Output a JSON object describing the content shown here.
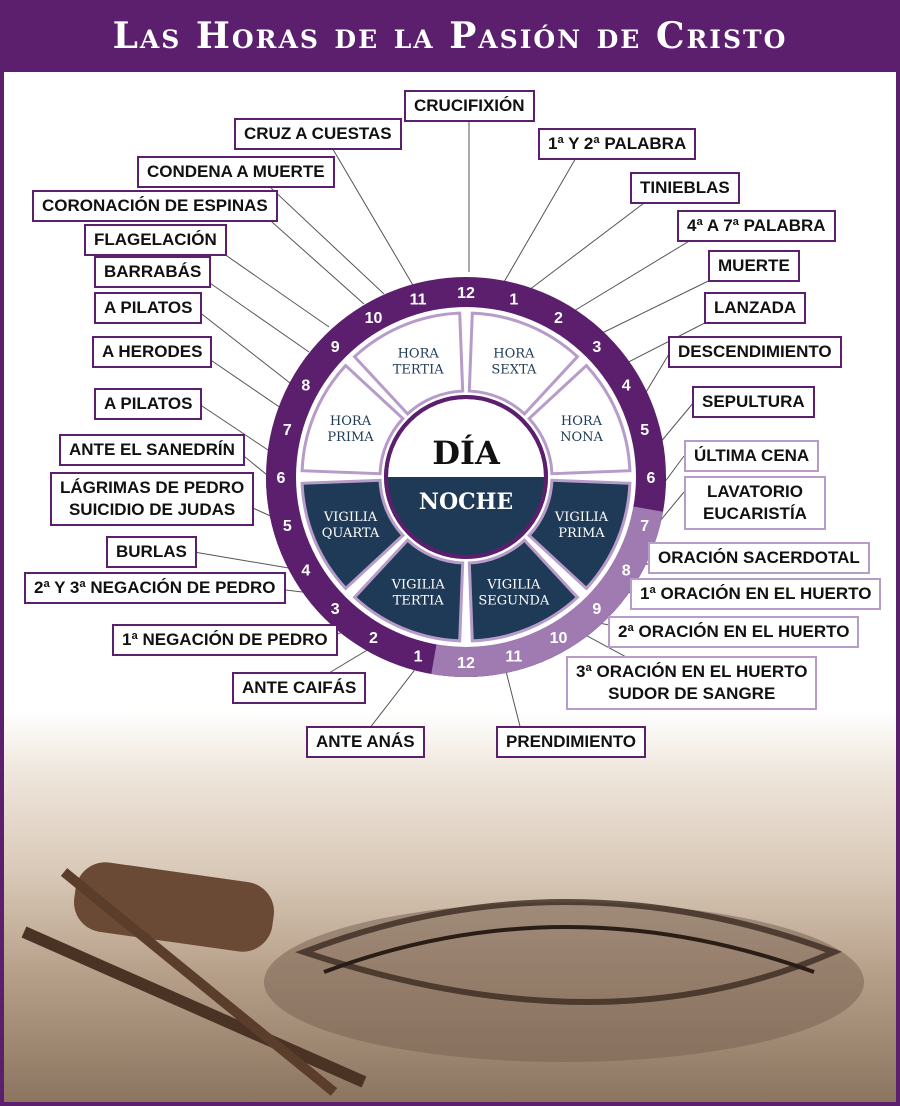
{
  "title": "Las Horas de la Pasión de Cristo",
  "center": {
    "day": "DÍA",
    "night": "NOCHE"
  },
  "sectors": {
    "hora_prima": "HORA PRIMA",
    "hora_tertia": "HORA TERTIA",
    "hora_sexta": "HORA SEXTA",
    "hora_nona": "HORA NONA",
    "vigilia_prima": "VIGILIA PRIMA",
    "vigilia_segunda": "VIGILIA SEGUNDA",
    "vigilia_tertia": "VIGILIA TERTIA",
    "vigilia_quarta": "VIGILIA QUARTA"
  },
  "day_hours": [
    "6",
    "7",
    "8",
    "9",
    "10",
    "11",
    "12",
    "1",
    "2",
    "3",
    "4",
    "5",
    "6"
  ],
  "night_hours": [
    "7",
    "8",
    "9",
    "10",
    "11",
    "12",
    "1",
    "2",
    "3",
    "4",
    "5"
  ],
  "events": {
    "crucifixion": "CRUCIFIXIÓN",
    "palabra_1_2": "1ª Y 2ª PALABRA",
    "cruz_a_cuestas": "CRUZ A CUESTAS",
    "condena_a_muerte": "CONDENA A MUERTE",
    "tinieblas": "TINIEBLAS",
    "coronacion": "CORONACIÓN DE ESPINAS",
    "palabra_4_7": "4ª A 7ª PALABRA",
    "flagelacion": "FLAGELACIÓN",
    "muerte": "MUERTE",
    "barrabas": "BARRABÁS",
    "a_pilatos_1": "A PILATOS",
    "lanzada": "LANZADA",
    "a_herodes": "A HERODES",
    "descendimiento": "DESCENDIMIENTO",
    "a_pilatos_2": "A PILATOS",
    "sepultura": "SEPULTURA",
    "ante_sanedrin": "ANTE EL SANEDRÍN",
    "ultima_cena": "ÚLTIMA CENA",
    "lagrimas_1": "LÁGRIMAS DE PEDRO",
    "lagrimas_2": "SUICIDIO DE JUDAS",
    "lavatorio_1": "LAVATORIO",
    "lavatorio_2": "EUCARISTÍA",
    "burlas": "BURLAS",
    "oracion_sacerdotal": "ORACIÓN SACERDOTAL",
    "negacion_2_3": "2ª Y 3ª NEGACIÓN DE PEDRO",
    "oracion_huerto_1": "1ª ORACIÓN EN EL HUERTO",
    "negacion_1": "1ª NEGACIÓN DE PEDRO",
    "oracion_huerto_2": "2ª ORACIÓN EN EL HUERTO",
    "oracion_huerto_3a": "3ª ORACIÓN EN EL HUERTO",
    "oracion_huerto_3b": "SUDOR DE SANGRE",
    "ante_caifas": "ANTE CAIFÁS",
    "ante_anas": "ANTE ANÁS",
    "prendimiento": "PRENDIMIENTO"
  },
  "colors": {
    "day_purple": "#5b1f6e",
    "night_lilac": "#b79bc9",
    "night_navy": "#1f3a57",
    "day_sector_fill": "#ffffff"
  }
}
